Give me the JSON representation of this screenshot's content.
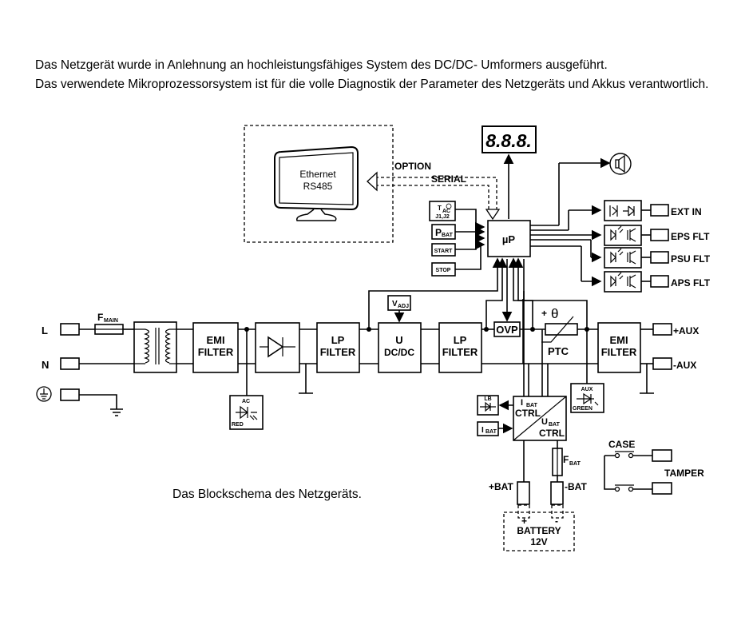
{
  "intro": {
    "line1": "Das Netzgerät  wurde in  Anlehnung an hochleistungsfähiges System des DC/DC- Umformers ausgeführt.",
    "line2": "Das verwendete Mikroprozessorsystem  ist für  die volle Diagnostik der Parameter des Netzgeräts und Akkus verantwortlich."
  },
  "caption": "Das Blockschema des Netzgeräts.",
  "diagram": {
    "monitor": {
      "line1": "Ethernet",
      "line2": "RS485"
    },
    "option_label": "OPTION",
    "serial_label": "SERIAL",
    "display_value": "8.8.8.",
    "mcu": "µP",
    "inputs": {
      "l": "L",
      "n": "N"
    },
    "fuse_main": {
      "main": "F",
      "sub": "MAIN"
    },
    "emi_filter": {
      "line1": "EMI",
      "line2": "FILTER"
    },
    "lp_filter": {
      "line1": "LP",
      "line2": "FILTER"
    },
    "dcdc": {
      "line1": "U",
      "line2": "DC/DC"
    },
    "vadj": {
      "main": "V",
      "sub": "ADJ"
    },
    "ovp": "OVP",
    "ptc": "PTC",
    "theta": "θ",
    "plus": "+",
    "led_ac": {
      "top": "AC",
      "bottom": "RED"
    },
    "led_aux": {
      "top": "AUX",
      "bottom": "GREEN"
    },
    "tac": {
      "main": "T",
      "sub": "AC",
      "line2": "J1,J2"
    },
    "pbat": {
      "main": "P",
      "sub": "BAT"
    },
    "start_btn": "START",
    "stop_btn": "STOP",
    "ibat_in": {
      "main": "I",
      "sub": "BAT"
    },
    "lb": "LB",
    "ctrl": {
      "i_main": "I",
      "i_sub": "BAT",
      "i_ctrl": "CTRL",
      "u_main": "U",
      "u_sub": "BAT",
      "u_ctrl": "CTRL"
    },
    "fuse_bat": {
      "main": "F",
      "sub": "BAT"
    },
    "bat_plus": "+BAT",
    "bat_minus": "-BAT",
    "battery": {
      "plus": "+",
      "minus": "-",
      "line1": "BATTERY",
      "line2": "12V"
    },
    "outputs": [
      "EXT IN",
      "EPS FLT",
      "PSU FLT",
      "APS FLT"
    ],
    "aux_plus": "+AUX",
    "aux_minus": "-AUX",
    "case": "CASE",
    "tamper": "TAMPER"
  }
}
